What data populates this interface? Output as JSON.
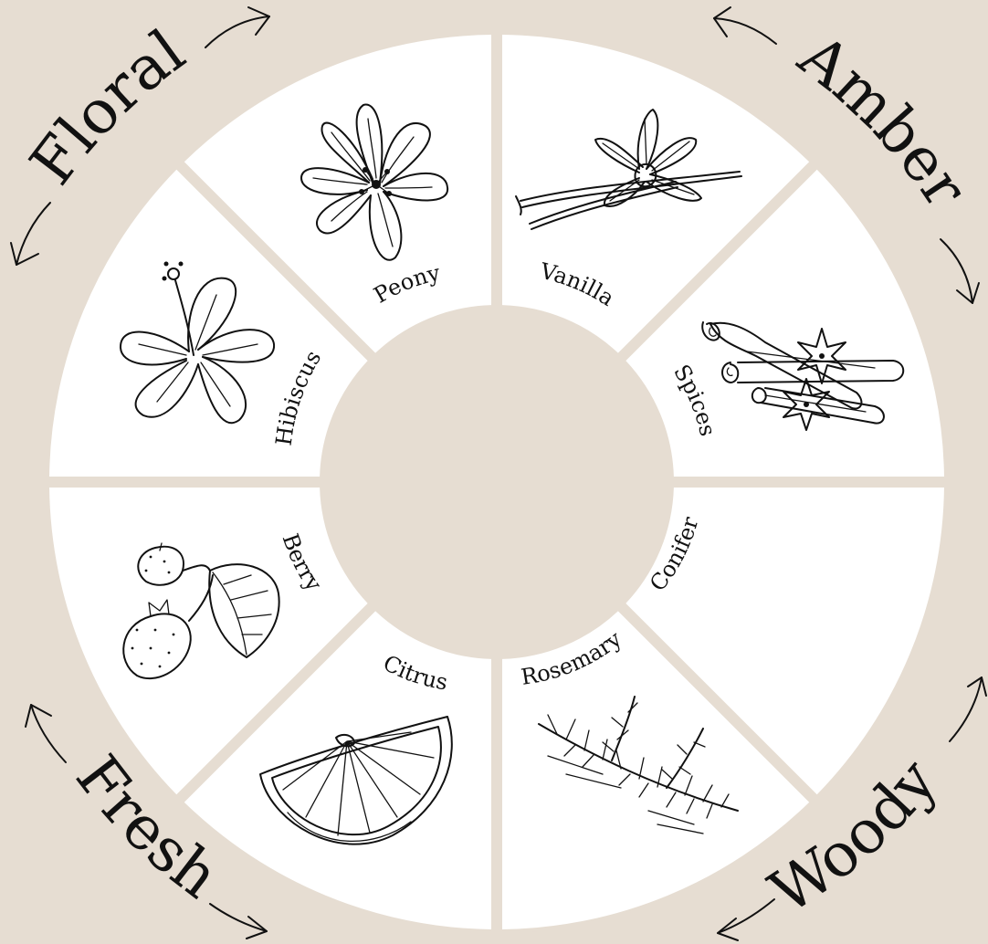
{
  "families": [
    {
      "id": "floral",
      "label": "Floral"
    },
    {
      "id": "amber",
      "label": "Amber"
    },
    {
      "id": "woody",
      "label": "Woody"
    },
    {
      "id": "fresh",
      "label": "Fresh"
    }
  ],
  "segments": [
    {
      "id": "peony",
      "label": "Peony",
      "family": "Floral",
      "icon": "peony-flower-icon"
    },
    {
      "id": "vanilla",
      "label": "Vanilla",
      "family": "Amber",
      "icon": "vanilla-orchid-icon"
    },
    {
      "id": "spices",
      "label": "Spices",
      "family": "Amber",
      "icon": "cinnamon-star-anise-icon"
    },
    {
      "id": "conifer",
      "label": "Conifer",
      "family": "Woody",
      "icon": ""
    },
    {
      "id": "rosemary",
      "label": "Rosemary",
      "family": "Woody",
      "icon": "rosemary-sprig-icon"
    },
    {
      "id": "citrus",
      "label": "Citrus",
      "family": "Fresh",
      "icon": "orange-slice-icon"
    },
    {
      "id": "berry",
      "label": "Berry",
      "family": "Fresh",
      "icon": "strawberry-icon"
    },
    {
      "id": "hibiscus",
      "label": "Hibiscus",
      "family": "Floral",
      "icon": "hibiscus-flower-icon"
    }
  ],
  "colors": {
    "background": "#e6ddd2",
    "segment": "#ffffff",
    "ink": "#111111"
  }
}
